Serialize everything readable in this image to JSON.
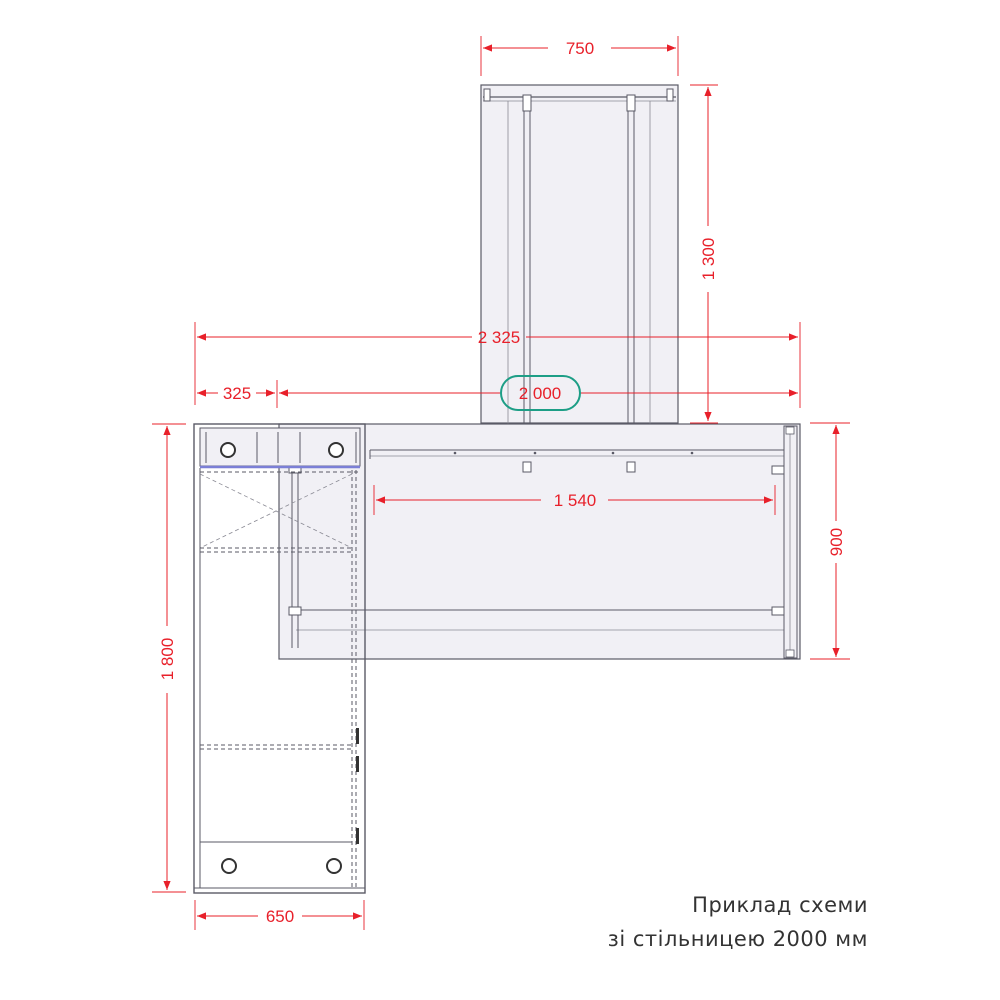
{
  "colors": {
    "dimension": "#e8202a",
    "outline": "#5a5a66",
    "fill": "#f1f0f5",
    "highlight": "#1d9e86",
    "shelf_edge": "#7b7fd6"
  },
  "dimensions": {
    "top_width": "750",
    "top_height": "1 300",
    "overall_width": "2 325",
    "offset": "325",
    "desktop_width": "2 000",
    "inner_width": "1 540",
    "right_depth": "900",
    "left_height": "1 800",
    "left_width": "650"
  },
  "caption": {
    "line1": "Приклад схеми",
    "line2": "зі стільницею 2000 мм"
  }
}
